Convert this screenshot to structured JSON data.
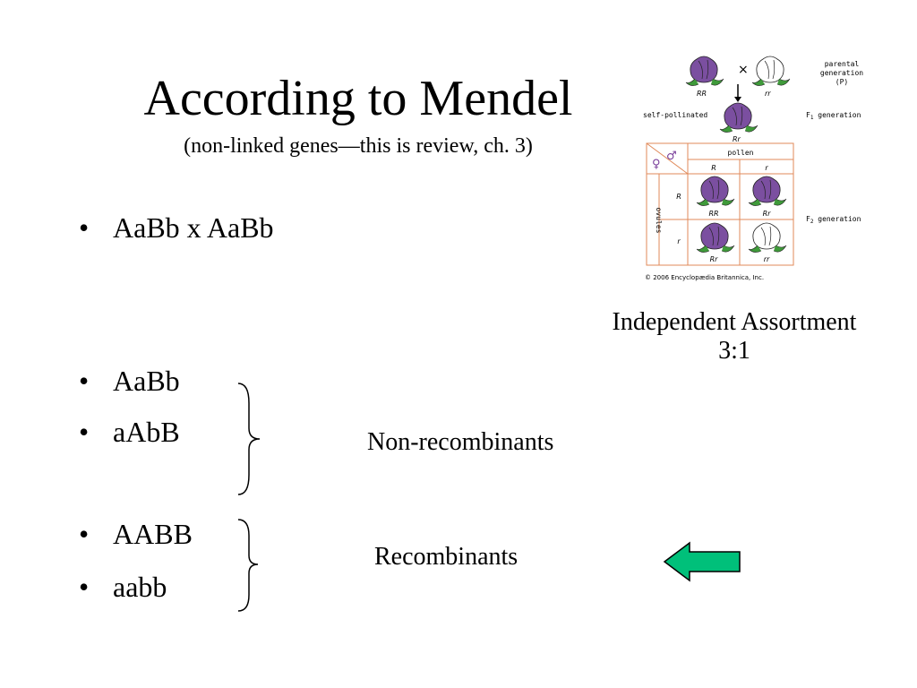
{
  "slide": {
    "title": "According to Mendel",
    "subtitle": "(non-linked genes—this is review, ch. 3)",
    "bullets": [
      "AaBb x AaBb",
      "AaBb",
      "aAbB",
      "AABB",
      "aabb"
    ],
    "bullet_marker": "•",
    "independent_label": "Independent Assortment",
    "ratio_label": "3:1",
    "nonrecombinants_label": "Non-recombinants",
    "recombinants_label": "Recombinants",
    "arrow_color": "#00c07a"
  },
  "diagram": {
    "parental_label_1": "parental",
    "parental_label_2": "generation",
    "parental_label_3": "(P)",
    "cross_symbol": "×",
    "parent_left_genotype": "RR",
    "parent_right_genotype": "rr",
    "self_pollinated": "self-pollinated",
    "f1_label": "F",
    "f1_sub": "1",
    "generation_word": " generation",
    "f1_genotype": "Rr",
    "female_symbol": "♀",
    "male_symbol": "♂",
    "pollen_label": "pollen",
    "col_R": "R",
    "col_r": "r",
    "row_R": "R",
    "row_r": "r",
    "ovules_label": "ovules",
    "cells": [
      "RR",
      "Rr",
      "Rr",
      "rr"
    ],
    "f2_label": "F",
    "f2_sub": "2",
    "copyright": "© 2006 Encyclopædia Britannica, Inc.",
    "purple": "#7b4fa0",
    "green": "#3f9a3a",
    "grid_color": "#e08a5a"
  }
}
